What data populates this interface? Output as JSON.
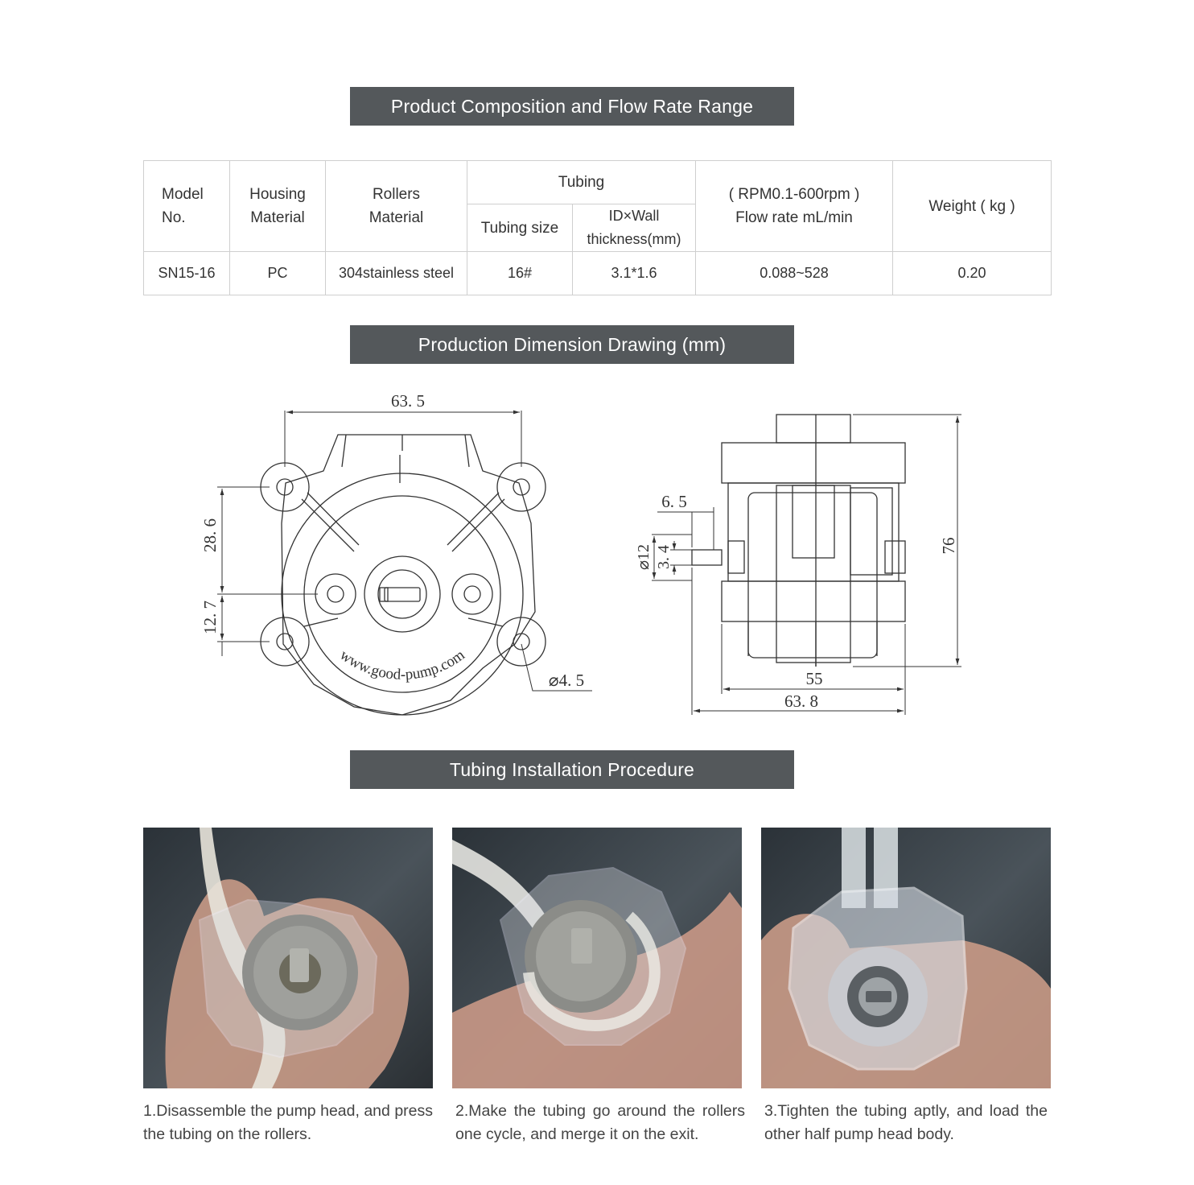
{
  "sections": {
    "composition_title": "Product Composition and Flow Rate Range",
    "dimension_title": "Production Dimension Drawing (mm)",
    "installation_title": "Tubing Installation Procedure"
  },
  "table": {
    "headers": {
      "model_line1": "Model",
      "model_line2": "No.",
      "housing_line1": "Housing",
      "housing_line2": "Material",
      "rollers_line1": "Rollers",
      "rollers_line2": "Material",
      "tubing": "Tubing",
      "tubing_size": "Tubing size",
      "idwall_line1": "ID×Wall",
      "idwall_line2": "thickness(mm)",
      "flow_line1": "( RPM0.1-600rpm )",
      "flow_line2": "Flow rate mL/min",
      "weight": "Weight ( kg )"
    },
    "row": {
      "model": "SN15-16",
      "housing": "PC",
      "rollers": "304stainless steel",
      "tubing_size": "16#",
      "idwall": "3.1*1.6",
      "flow": "0.088~528",
      "weight": "0.20"
    }
  },
  "drawing": {
    "front": {
      "width": "63. 5",
      "height_upper": "28. 6",
      "height_lower": "12. 7",
      "hole_diameter": "⌀4. 5",
      "logo_text": "www.good-pump.com"
    },
    "side": {
      "port_length": "6. 5",
      "port_outer": "⌀12",
      "port_inner": "3. 4",
      "height": "76",
      "body_width": "55",
      "total_width": "63. 8"
    }
  },
  "steps": [
    {
      "caption": "1.Disassemble the pump head, and press the tubing on the rollers."
    },
    {
      "caption": "2.Make the tubing go around the rollers one cycle, and merge it on the exit."
    },
    {
      "caption": "3.Tighten the tubing aptly, and load the other half pump head body."
    }
  ]
}
